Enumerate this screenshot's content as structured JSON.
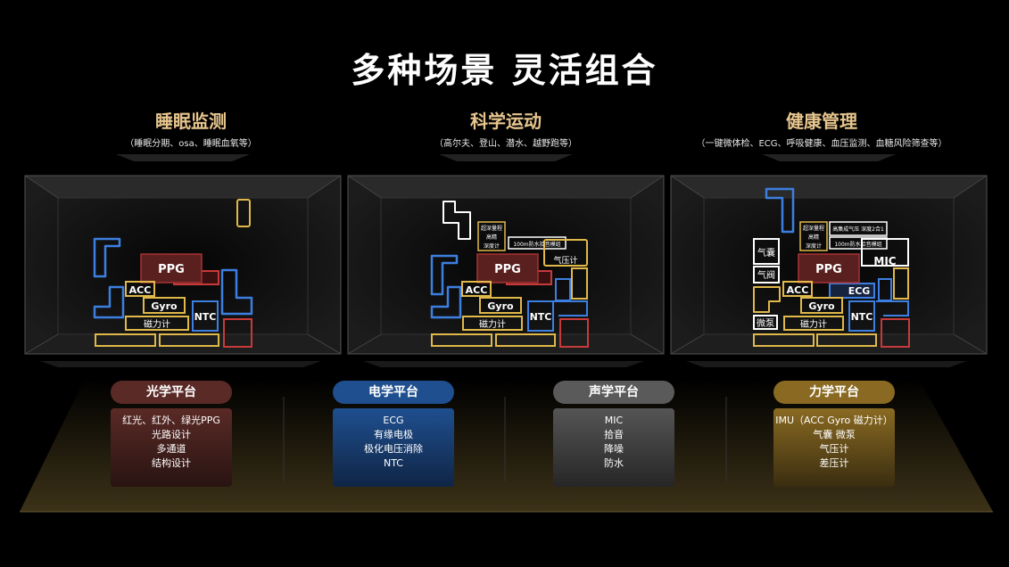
{
  "title": "多种场景 灵活组合",
  "scenes": [
    {
      "name": "睡眠监测",
      "desc": "（睡眠分期、osa、睡眠血氧等）"
    },
    {
      "name": "科学运动",
      "desc": "（高尔夫、登山、潜水、越野跑等）"
    },
    {
      "name": "健康管理",
      "desc": "（一键微体检、ECG、呼吸健康、血压监测、血糖风险筛查等）"
    }
  ],
  "modules": {
    "ppg": "PPG",
    "acc": "ACC",
    "gyro": "Gyro",
    "ntc": "NTC",
    "mag": "磁力计",
    "baro": "气压计",
    "mic": "MIC",
    "ecg": "ECG",
    "airbag": "气囊",
    "valve": "气阀",
    "pump": "微泵",
    "depth": [
      "超深量程",
      "高精",
      "深度计"
    ],
    "waterproof_mic": "100m防水拾音模组",
    "pressure_combo": "高集成气压 深度2合1"
  },
  "platforms": [
    {
      "name": "光学平台",
      "items": [
        "红光、红外、绿光PPG",
        "光路设计",
        "多通道",
        "结构设计"
      ]
    },
    {
      "name": "电学平台",
      "items": [
        "ECG",
        "有缘电极",
        "极化电压消除",
        "NTC"
      ]
    },
    {
      "name": "声学平台",
      "items": [
        "MIC",
        "拾音",
        "降噪",
        "防水"
      ]
    },
    {
      "name": "力学平台",
      "items": [
        "IMU（ACC Gyro 磁力计）",
        "气囊 微泵",
        "气压计",
        "差压计"
      ]
    }
  ],
  "colors": {
    "accent_title": "#e7c58d",
    "blue": "#3d7fe0",
    "yellow": "#e0b94a",
    "red": "#c83a3a",
    "white": "#ffffff",
    "optical": "#5a2a26",
    "electrical": "#1f4f8f",
    "acoustic": "#5a5a5a",
    "mechanical": "#8a6a22"
  }
}
